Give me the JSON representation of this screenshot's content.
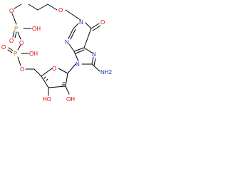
{
  "molecule": {
    "colors": {
      "bond": "#000000",
      "oxygen": "#e00000",
      "nitrogen": "#1030c0",
      "phosphorus": "#d07000",
      "carbon": "#000000"
    },
    "labels": {
      "o_top_left": "O",
      "o_top_mid": "O",
      "o_carbonyl": "O",
      "p1": "P",
      "oh_p1": "OH",
      "o_p1_double": "O",
      "o_bridge": "O",
      "o_p2_double": "O",
      "p2": "P",
      "oh_p2": "OH",
      "o_5prime": "O",
      "n1": "N",
      "n3": "N",
      "n7": "N",
      "n9": "N",
      "nh2": "NH2",
      "o_ring": "O",
      "oh_3prime": "HO",
      "oh_2prime": "OH"
    }
  }
}
